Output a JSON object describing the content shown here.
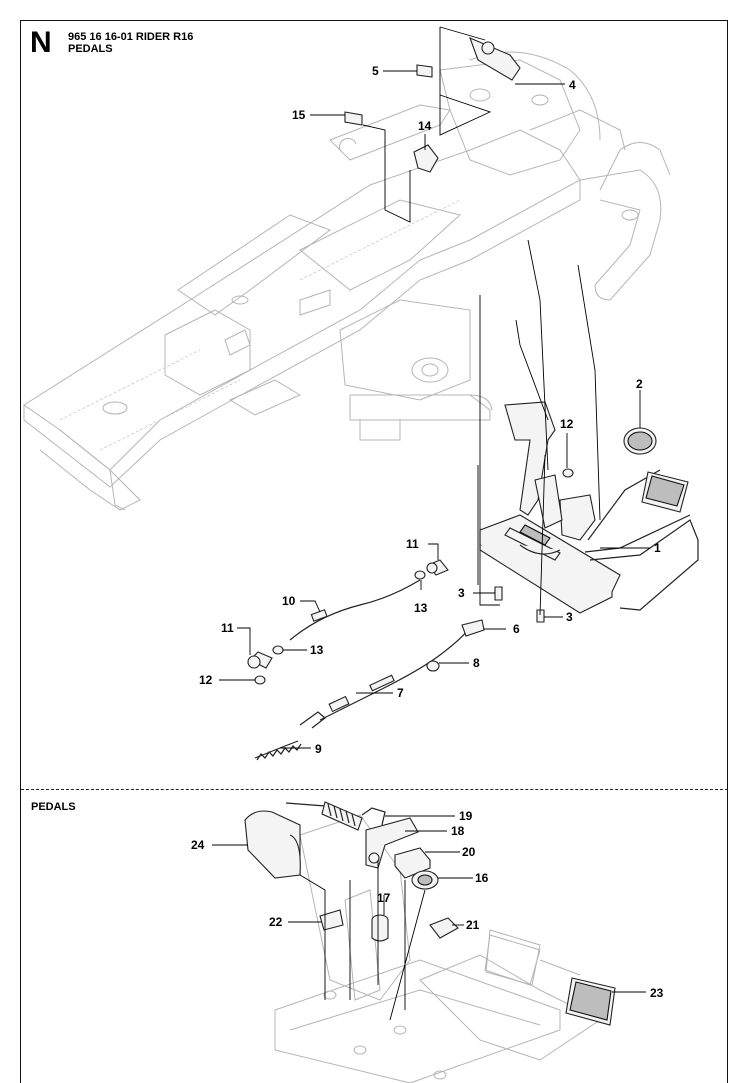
{
  "header": {
    "section_letter": "N",
    "model_line": "965 16 16-01 RIDER R16",
    "section_name": "PEDALS"
  },
  "subsection": {
    "title": "PEDALS"
  },
  "callouts": {
    "c1": "1",
    "c2": "2",
    "c3a": "3",
    "c3b": "3",
    "c4": "4",
    "c5": "5",
    "c6": "6",
    "c7": "7",
    "c8": "8",
    "c9": "9",
    "c10": "10",
    "c11a": "11",
    "c11b": "11",
    "c12a": "12",
    "c12b": "12",
    "c13a": "13",
    "c13b": "13",
    "c14": "14",
    "c15": "15",
    "c16": "16",
    "c17": "17",
    "c18": "18",
    "c19": "19",
    "c20": "20",
    "c21": "21",
    "c22": "22",
    "c23": "23",
    "c24": "24"
  }
}
